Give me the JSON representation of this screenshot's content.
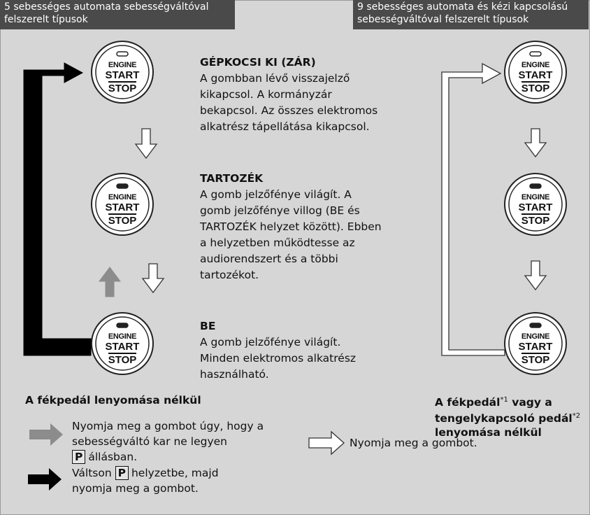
{
  "header_left": {
    "line1": "5 sebességes automata sebességváltóval",
    "line2": "felszerelt típusok"
  },
  "header_right": {
    "line1": "9 sebességes automata és kézi kapcsolású",
    "line2": "sebességváltóval felszerelt típusok"
  },
  "button": {
    "engine": "ENGINE",
    "start": "START",
    "stop": "STOP"
  },
  "states": [
    {
      "title": "GÉPKOCSI KI (ZÁR)",
      "lines": [
        "A gombban lévő visszajelző",
        "kikapcsol. A kormányzár",
        "bekapcsol. Az összes elektromos",
        "alkatrész tápellátása kikapcsol."
      ],
      "indicator": "off"
    },
    {
      "title": "TARTOZÉK",
      "lines": [
        "A gomb jelzőfénye világít. A",
        "gomb jelzőfénye villog (BE és",
        "TARTOZÉK helyzet között). Ebben",
        "a helyzetben működtesse az",
        "audiorendszert és a többi",
        "tartozékot."
      ],
      "indicator": "on"
    },
    {
      "title": "BE",
      "lines": [
        "A gomb jelzőfénye világít.",
        "Minden elektromos alkatrész",
        "használható."
      ],
      "indicator": "on"
    }
  ],
  "caption_left": "A fékpedál lenyomása nélkül",
  "caption_right": {
    "line1": "A fékpedál",
    "sup1": "*1",
    "line1b": " vagy a",
    "line2": "tengelykapcsoló pedál",
    "sup2": "*2",
    "line3": "lenyomása nélkül"
  },
  "legend": {
    "gray": {
      "line1": "Nyomja meg a gombot úgy, hogy a",
      "line2": "sebességváltó kar ne legyen",
      "pbox": "P",
      "line3": "állásban."
    },
    "white": {
      "text": "Nyomja meg a gombot."
    },
    "black": {
      "line1a": "Váltson",
      "pbox": "P",
      "line1b": "helyzetbe, majd",
      "line2": "nyomja meg a gombot."
    }
  },
  "colors": {
    "background": "#d6d6d6",
    "header": "#4a4a4a",
    "gray_arrow": "#8c8c8c",
    "black_arrow": "#000000",
    "white_arrow": "#ffffff"
  }
}
